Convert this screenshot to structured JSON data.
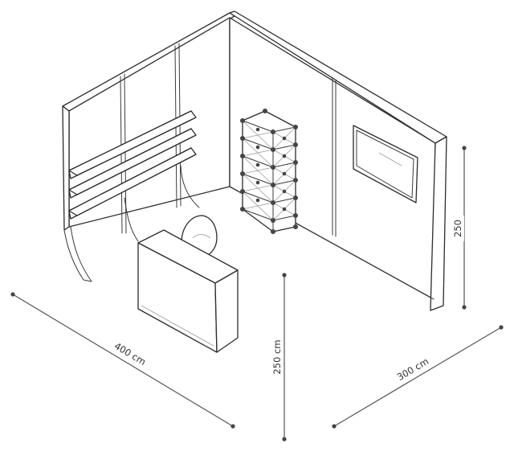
{
  "dimensions": {
    "width_label": "400 cm",
    "depth_label": "300 cm",
    "height_front_label": "250 cm",
    "height_side_label": "250"
  },
  "colors": {
    "line": "#2b2b2b",
    "dimension": "#555555",
    "background": "#ffffff"
  }
}
